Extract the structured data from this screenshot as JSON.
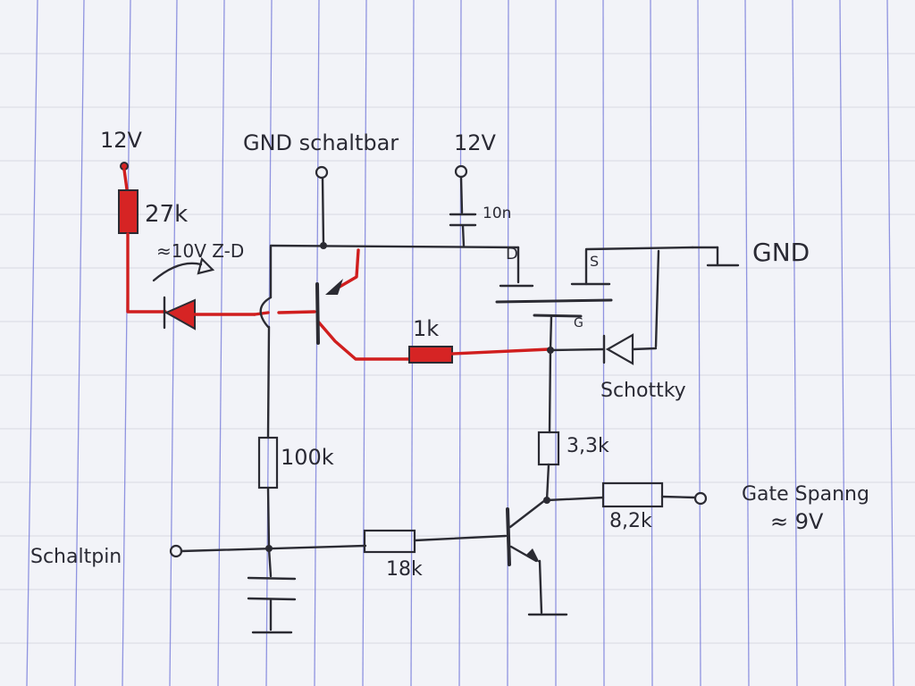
{
  "labels": {
    "v12_left": "12V",
    "r27k": "27k",
    "zener_note": "≈10V Z-D",
    "gnd_switchable": "GND schaltbar",
    "v12_top": "12V",
    "cap_10n": "10n",
    "drain_d": "D",
    "source_s": "S",
    "gnd_right": "GND",
    "gate_g": "G",
    "r1k": "1k",
    "schottky": "Schottky",
    "r100k": "100k",
    "r3k3": "3,3k",
    "gate_voltage": "Gate Spanng",
    "gate_voltage_value": "≈ 9V",
    "r8k2": "8,2k",
    "switch_pin": "Schaltpin",
    "r18k": "18k"
  },
  "colors": {
    "ink": "#2b2b33",
    "highlight": "#d01e1e",
    "paper": "#f2f3f8",
    "rule": "#6f74d8"
  }
}
